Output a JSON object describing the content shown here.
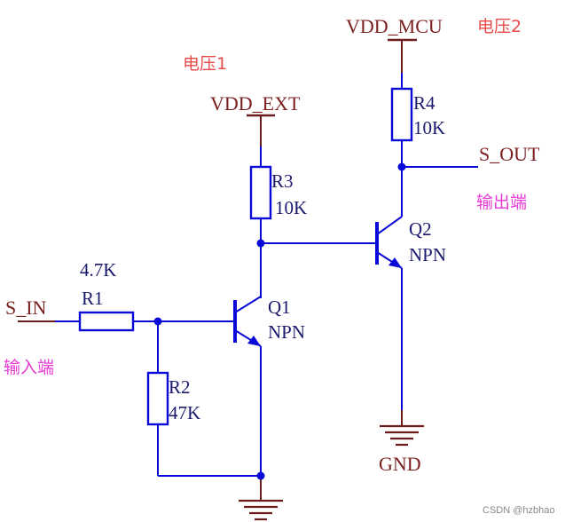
{
  "labels": {
    "vdd_mcu": "VDD_MCU",
    "vdd_ext": "VDD_EXT",
    "voltage1": "电压1",
    "voltage2": "电压2",
    "s_out": "S_OUT",
    "s_in": "S_IN",
    "output_end": "输出端",
    "input_end": "输入端",
    "gnd": "GND",
    "watermark": "CSDN @hzbhao"
  },
  "components": {
    "r1": {
      "ref": "R1",
      "value": "4.7K"
    },
    "r2": {
      "ref": "R2",
      "value": "47K"
    },
    "r3": {
      "ref": "R3",
      "value": "10K"
    },
    "r4": {
      "ref": "R4",
      "value": "10K"
    },
    "q1": {
      "ref": "Q1",
      "type": "NPN"
    },
    "q2": {
      "ref": "Q2",
      "type": "NPN"
    }
  },
  "colors": {
    "wire": "#0a0ad8",
    "net_label": "#7a1e1e",
    "annotation_red": "#e84a4a",
    "annotation_pink": "#e83ad6"
  }
}
